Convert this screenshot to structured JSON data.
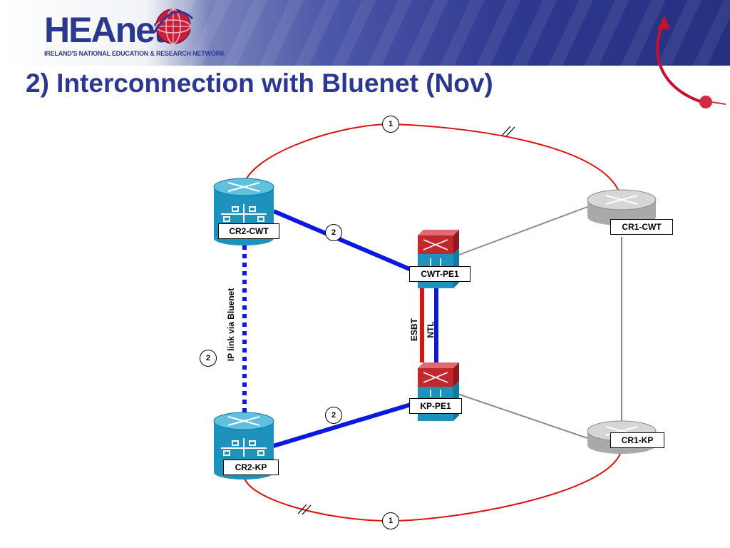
{
  "header": {
    "logo_text": "HEAnet",
    "logo_tagline": "IRELAND'S NATIONAL EDUCATION & RESEARCH NETWORK",
    "title": "2) Interconnection with Bluenet (Nov)"
  },
  "diagram": {
    "nodes": {
      "cr2_cwt": "CR2-CWT",
      "cr2_kp": "CR2-KP",
      "cwt_pe1": "CWT-PE1",
      "kp_pe1": "KP-PE1",
      "cr1_cwt": "CR1-CWT",
      "cr1_kp": "CR1-KP"
    },
    "badges": {
      "ring_top": "1",
      "ring_bottom": "1",
      "link_cr2cwt_pe1": "2",
      "link_cr2kp_pe1": "2",
      "link_bluenet": "2"
    },
    "link_labels": {
      "bluenet": "IP link via Bluenet",
      "esbt": "ESBT",
      "ntl": "NTL"
    }
  },
  "colors": {
    "ring": "#e01010",
    "link_blue": "#0a18e0",
    "link_gray": "#8c8c8c",
    "router_teal": "#1c92bd",
    "router_gray": "#a9a9a9",
    "switch_red": "#c0282e",
    "title_blue": "#2b3893"
  }
}
